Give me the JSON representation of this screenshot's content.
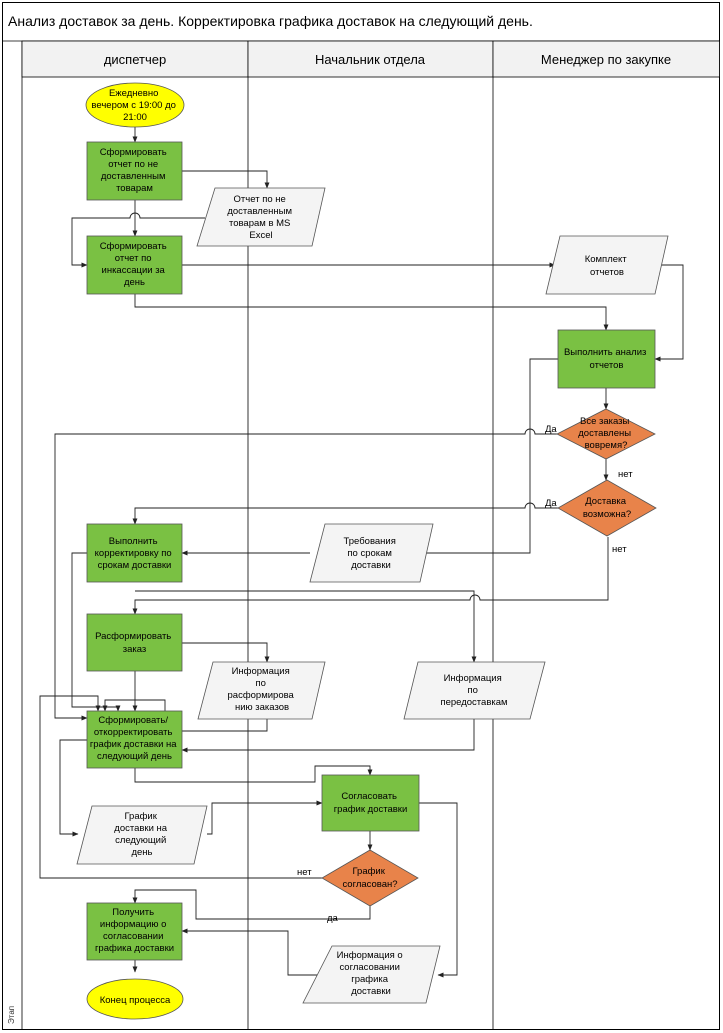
{
  "title": "Анализ доставок за день. Корректировка графика доставок на следующий день.",
  "stage_label": "Этап",
  "lanes": [
    "диспетчер",
    "Начальник отдела",
    "Менеджер по закупке"
  ],
  "nodes": {
    "start": [
      "Ежедневно",
      "вечером с 19:00 до",
      "21:00"
    ],
    "p_report_undelivered": [
      "Сформировать",
      "отчет по не",
      "доставленным",
      "товарам"
    ],
    "d_report_excel": [
      "Отчет по не",
      "доставленным",
      "товарам в MS",
      "Excel"
    ],
    "p_report_collection": [
      "Сформировать",
      "отчет по",
      "инкассации за",
      "день"
    ],
    "d_reports_set": [
      "Комплект",
      "отчетов"
    ],
    "p_analysis": [
      "Выполнить анализ",
      "отчетов"
    ],
    "q_all_on_time": [
      "Все заказы",
      "доставлены",
      "вовремя?"
    ],
    "q_delivery_possible": [
      "Доставка",
      "возможна?"
    ],
    "p_adjust_terms": [
      "Выполнить",
      "корректировку по",
      "срокам доставки"
    ],
    "d_requirements": [
      "Требования",
      "по срокам",
      "доставки"
    ],
    "p_disband": [
      "Расформировать",
      "заказ"
    ],
    "d_disband_info": [
      "Информация",
      "по",
      "расформирова",
      "нию заказов"
    ],
    "d_overdelivery_info": [
      "Информация",
      "по",
      "передоставкам"
    ],
    "p_form_schedule": [
      "Сформировать/",
      "откорректировать",
      "график доставки на",
      "следующий день"
    ],
    "p_agree_schedule": [
      "Согласовать",
      "график доставки"
    ],
    "d_schedule": [
      "График",
      "доставки на",
      "следующий",
      "день"
    ],
    "q_agreed": [
      "График",
      "согласован?"
    ],
    "p_get_info": [
      "Получить",
      "информацию о",
      "согласовании",
      "графика доставки"
    ],
    "d_agreement_info": [
      "Информация о",
      "согласовании",
      "графика",
      "доставки"
    ],
    "end": [
      "Конец процесса"
    ]
  },
  "edge_labels": {
    "yes_all_on_time": "Да",
    "no_all_on_time": "нет",
    "yes_possible": "Да",
    "no_possible": "нет",
    "no_agreed": "нет",
    "yes_agreed": "да"
  }
}
